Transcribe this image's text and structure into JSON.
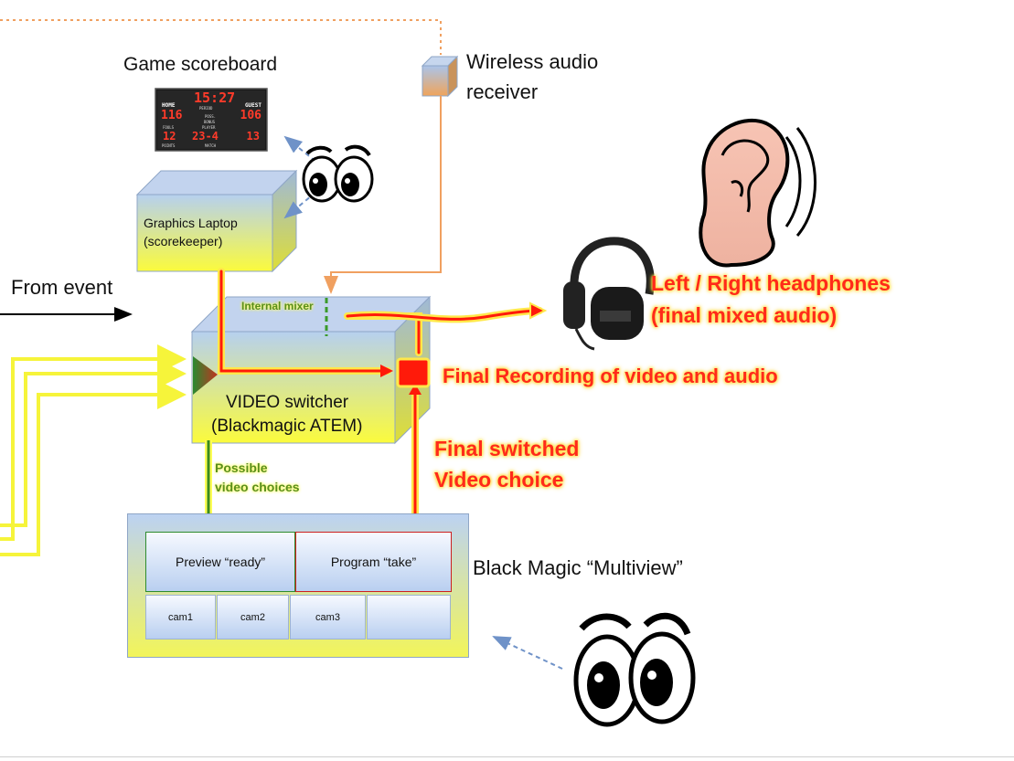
{
  "labels": {
    "scoreboard": "Game scoreboard",
    "wireless_line1": "Wireless audio",
    "wireless_line2": "receiver",
    "laptop_line1": "Graphics Laptop",
    "laptop_line2": "(scorekeeper)",
    "from_event": "From event",
    "internal_mixer": "Internal mixer",
    "headphones_line1": "Left / Right headphones",
    "headphones_line2": "(final mixed audio)",
    "final_recording": "Final Recording of video and audio",
    "switcher_line1": "VIDEO switcher",
    "switcher_line2": "(Blackmagic ATEM)",
    "possible_line1": "Possible",
    "possible_line2": "video choices",
    "final_switched_line1": "Final switched",
    "final_switched_line2": "Video choice",
    "multiview": "Black Magic “Multiview”"
  },
  "multiview": {
    "preview": "Preview “ready”",
    "program": "Program “take”",
    "cams": [
      "cam1",
      "cam2",
      "cam3",
      ""
    ]
  },
  "scoreboard_display": {
    "clock": "15:27",
    "home_label": "HOME",
    "guest_label": "GUEST",
    "home_score": "116",
    "guest_score": "106",
    "period_label": "PERIOD",
    "poss_label": "POSS.",
    "bonus_label": "BONUS",
    "player_label": "PLAYER",
    "fouls_label": "FOULS",
    "points_label": "POINTS",
    "match_label": "MATCH",
    "home_fouls": "12",
    "player_fouls": "23-4",
    "guest_fouls": "13"
  },
  "colors": {
    "audio_orange": "#f0a060",
    "video_yellow": "#f6f43a",
    "final_red": "#ff1a0a",
    "glow_yellow": "#ffe84a",
    "preview_green": "#2e8b2e",
    "program_red": "#cc2020"
  }
}
